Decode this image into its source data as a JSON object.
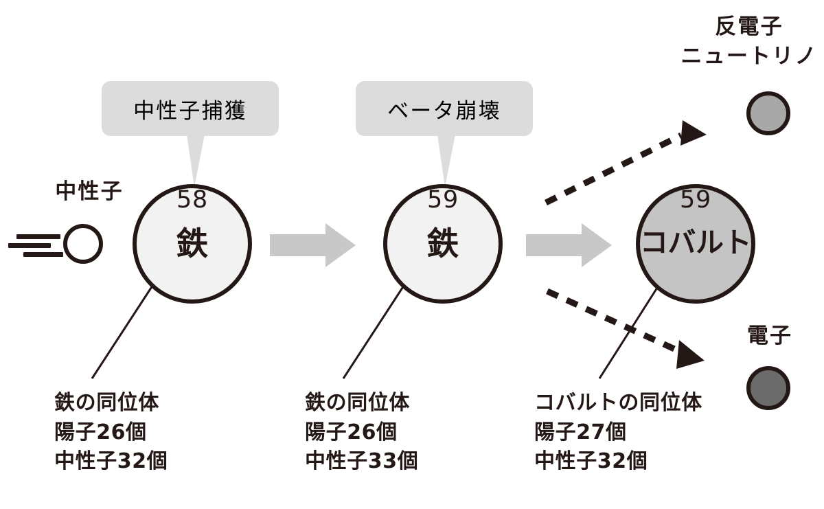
{
  "diagram": {
    "title_visible": false,
    "colors": {
      "ink": "#231815",
      "callout_fill": "#dcdcdc",
      "arrow_gray": "#c8c8c8",
      "iron_fill": "#f2f2f2",
      "cobalt_fill": "#c4c4c4",
      "neutrino_fill": "#a8a8a8",
      "electron_fill": "#6b6b6b",
      "neutron_fill": "#ffffff",
      "background": "#ffffff"
    },
    "callouts": [
      {
        "name": "neutron-capture",
        "label": "中性子捕獲"
      },
      {
        "name": "beta-decay",
        "label": "ベータ崩壊"
      }
    ],
    "incoming_particle": {
      "label": "中性子",
      "icon": "neutron-with-speed-lines"
    },
    "nuclides": [
      {
        "name": "iron-58",
        "mass_number": "58",
        "element": "鉄",
        "fill": "#f2f2f2",
        "caption": [
          "鉄の同位体",
          "陽子26個",
          "中性子32個"
        ]
      },
      {
        "name": "iron-59",
        "mass_number": "59",
        "element": "鉄",
        "fill": "#f2f2f2",
        "caption": [
          "鉄の同位体",
          "陽子26個",
          "中性子33個"
        ]
      },
      {
        "name": "cobalt-59",
        "mass_number": "59",
        "element": "コバルト",
        "fill": "#c4c4c4",
        "caption": [
          "コバルトの同位体",
          "陽子27個",
          "中性子32個"
        ]
      }
    ],
    "emitted_particles": [
      {
        "name": "antineutrino",
        "label_line1": "反電子",
        "label_line2": "ニュートリノ",
        "fill": "#a8a8a8"
      },
      {
        "name": "electron",
        "label_line1": "電子",
        "label_line2": "",
        "fill": "#6b6b6b"
      }
    ],
    "arrows": [
      {
        "name": "arrow-iron58-to-iron59",
        "style": "solid-block-gray"
      },
      {
        "name": "arrow-iron59-to-cobalt59",
        "style": "solid-block-gray"
      },
      {
        "name": "arrow-emit-antineutrino",
        "style": "dashed-black"
      },
      {
        "name": "arrow-emit-electron",
        "style": "dashed-black"
      }
    ]
  }
}
